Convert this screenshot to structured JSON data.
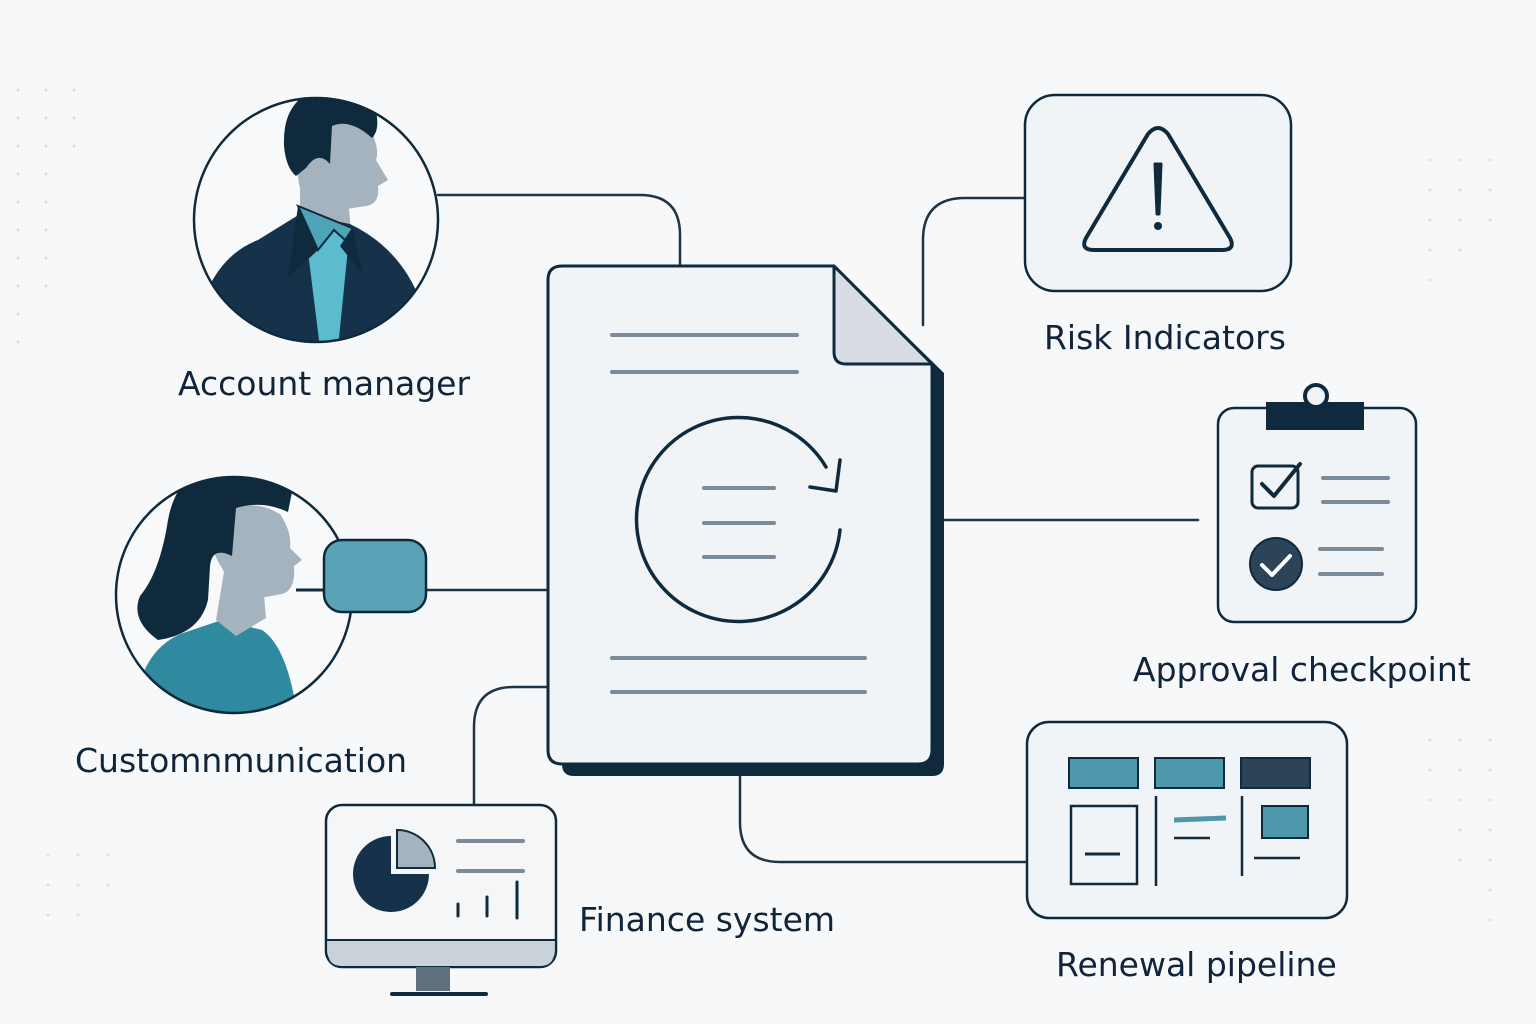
{
  "labels": {
    "account_manager": "Account manager",
    "customer_communication": "Customnmunication",
    "finance_system": "Finance system",
    "risk_indicators": "Risk Indicators",
    "approval_checkpoint": "Approval checkpoint",
    "renewal_pipeline": "Renewal pipeline"
  },
  "icons": {
    "center": "renewal-document-icon",
    "account_manager": "businessman-avatar-icon",
    "customer_communication": "woman-speech-bubble-icon",
    "finance_system": "monitor-pie-chart-icon",
    "risk_indicators": "warning-triangle-icon",
    "approval_checkpoint": "clipboard-checklist-icon",
    "renewal_pipeline": "kanban-board-icon"
  },
  "colors": {
    "navy": "#0f2a3d",
    "teal": "#4fa3b6",
    "slate": "#a5b3bf",
    "line": "#1f3447",
    "panel": "#f1f4f6"
  }
}
